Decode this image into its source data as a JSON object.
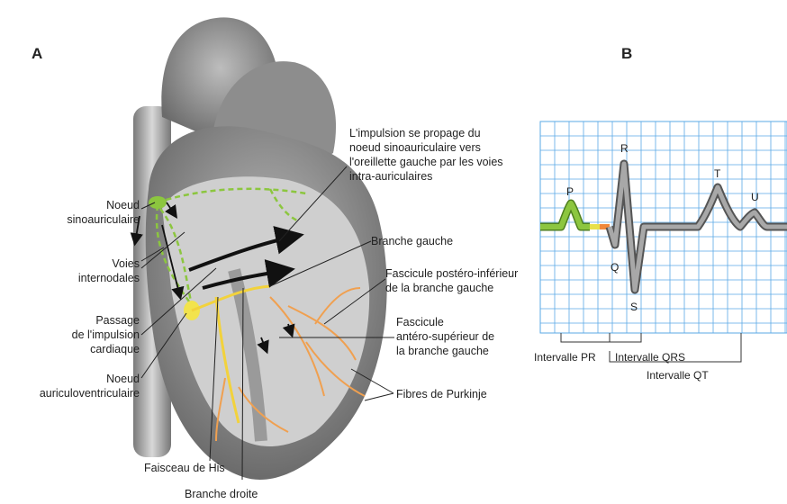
{
  "panels": {
    "a": "A",
    "b": "B"
  },
  "heart_labels": {
    "noeud_sino": "Noeud\nsinoauriculaire",
    "voies_intern": "Voies\ninternodales",
    "passage": "Passage\nde l'impulsion\ncardiaque",
    "noeud_auriculo": "Noeud\nauriculoventriculaire",
    "impulsion": "L'impulsion se propage du\nnoeud sinoauriculaire vers\nl'oreillette gauche par les voies\nintra-auriculaires",
    "branche_gauche": "Branche gauche",
    "fascicule_post": "Fascicule postéro-inférieur\nde la branche gauche",
    "fascicule_ant": "Fascicule\nantéro-supérieur de\nla branche gauche",
    "purkinje": "Fibres de Purkinje",
    "faisceau_his": "Faisceau de His",
    "branche_droite": "Branche droite"
  },
  "ecg": {
    "waves": {
      "p": "P",
      "q": "Q",
      "r": "R",
      "s": "S",
      "t": "T",
      "u": "U"
    },
    "intervals": {
      "pr": "Intervalle PR",
      "qrs": "Intervalle QRS",
      "qt": "Intervalle QT"
    },
    "colors": {
      "grid": "#5aa9e6",
      "p_segment": "#8cc63f",
      "pr_yellow": "#e8e04a",
      "pr_orange": "#f0883a",
      "trace": "#8a8a8a"
    }
  }
}
